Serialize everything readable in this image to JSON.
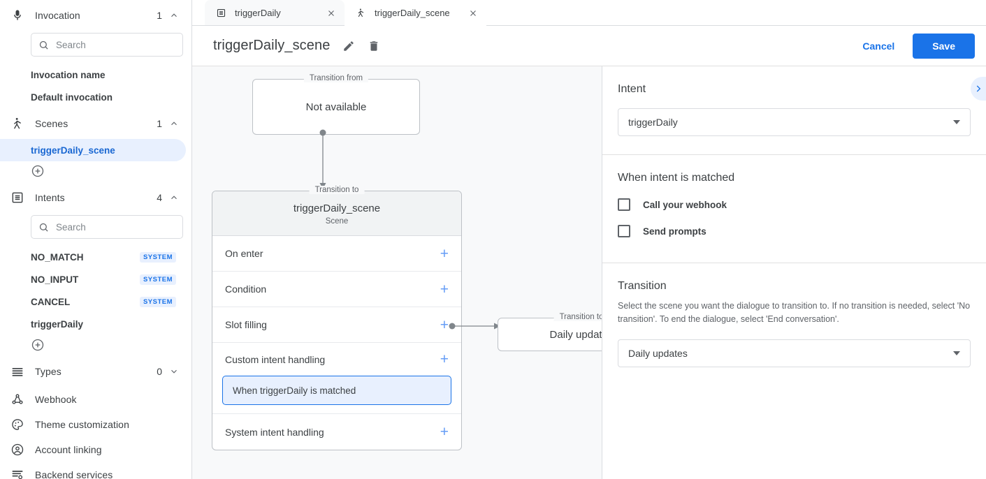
{
  "sidebar": {
    "invocation": {
      "label": "Invocation",
      "count": "1",
      "icon": "microphone-icon",
      "expanded": true,
      "search_placeholder": "Search",
      "items": [
        {
          "label": "Invocation name"
        },
        {
          "label": "Default invocation"
        }
      ]
    },
    "scenes": {
      "label": "Scenes",
      "count": "1",
      "icon": "scene-icon",
      "expanded": true,
      "items": [
        {
          "label": "triggerDaily_scene",
          "selected": true
        }
      ],
      "add_label": "add-scene"
    },
    "intents": {
      "label": "Intents",
      "count": "4",
      "icon": "intent-icon",
      "expanded": true,
      "search_placeholder": "Search",
      "items": [
        {
          "label": "NO_MATCH",
          "badge": "SYSTEM"
        },
        {
          "label": "NO_INPUT",
          "badge": "SYSTEM"
        },
        {
          "label": "CANCEL",
          "badge": "SYSTEM"
        },
        {
          "label": "triggerDaily",
          "badge": ""
        }
      ],
      "add_label": "add-intent"
    },
    "types": {
      "label": "Types",
      "count": "0",
      "icon": "types-icon",
      "expanded": false
    },
    "links": [
      {
        "label": "Webhook",
        "icon": "webhook-icon"
      },
      {
        "label": "Theme customization",
        "icon": "palette-icon"
      },
      {
        "label": "Account linking",
        "icon": "account-icon"
      },
      {
        "label": "Backend services",
        "icon": "backend-services-icon"
      }
    ]
  },
  "tabs": [
    {
      "label": "triggerDaily",
      "icon": "intent-icon",
      "active": false
    },
    {
      "label": "triggerDaily_scene",
      "icon": "scene-icon",
      "active": true
    }
  ],
  "titlebar": {
    "title": "triggerDaily_scene",
    "edit_icon": "pencil-icon",
    "delete_icon": "trash-icon",
    "cancel_label": "Cancel",
    "save_label": "Save"
  },
  "canvas": {
    "transition_from": {
      "legend": "Transition from",
      "body": "Not available"
    },
    "transition_to": {
      "legend": "Transition to"
    },
    "scene": {
      "name": "triggerDaily_scene",
      "subtitle": "Scene"
    },
    "rows": [
      {
        "label": "On enter",
        "add": "+"
      },
      {
        "label": "Condition",
        "add": "+"
      },
      {
        "label": "Slot filling",
        "add": "+"
      },
      {
        "label": "Custom intent handling",
        "add": "+"
      },
      {
        "label": "System intent handling",
        "add": "+"
      }
    ],
    "handler": {
      "label": "When triggerDaily is matched"
    },
    "target_node": {
      "legend": "Transition to",
      "body": "Daily updates"
    }
  },
  "panel": {
    "collapse_icon": "chevron-right-icon",
    "intent": {
      "heading": "Intent",
      "selected": "triggerDaily"
    },
    "when_matched": {
      "heading": "When intent is matched",
      "checkboxes": [
        {
          "label": "Call your webhook",
          "checked": false
        },
        {
          "label": "Send prompts",
          "checked": false
        }
      ]
    },
    "transition": {
      "heading": "Transition",
      "description": "Select the scene you want the dialogue to transition to. If no transition is needed, select 'No transition'. To end the dialogue, select 'End conversation'.",
      "selected": "Daily updates"
    }
  },
  "colors": {
    "accent": "#1a73e8",
    "accent_light": "#e8f0fe",
    "canvas_bg": "#f8f9fa",
    "border": "#dadce0"
  }
}
